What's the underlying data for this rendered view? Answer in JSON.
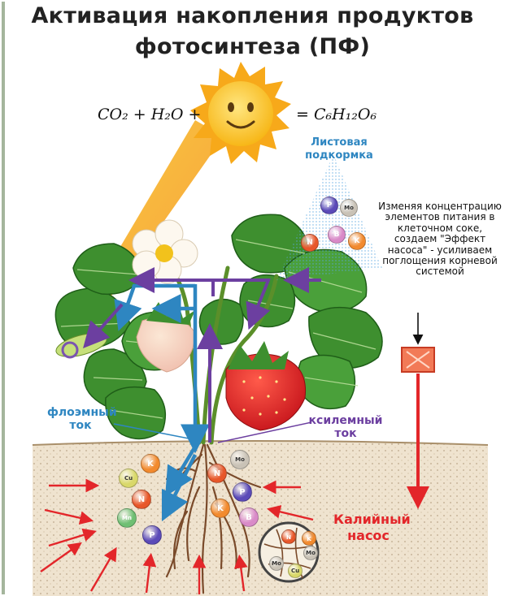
{
  "title": {
    "line1": "Активация накопления продуктов",
    "line2": "фотосинтеза (ПФ)"
  },
  "equation": {
    "left": "CO₂ + H₂O +",
    "right": "= C₆H₁₂O₆"
  },
  "labels": {
    "foliar": "Листовая подкормка",
    "phloem": "флоэмный ток",
    "xylem": "ксилемный ток",
    "potassium_pump": "Калийный насос",
    "note": "Изменяя концентрацию элементов питания в клеточном соке, создаем \"Эффект насоса\" - усиливаем поглощения корневой системой"
  },
  "foliar_drops": [
    "P",
    "Mo",
    "N",
    "B",
    "K"
  ],
  "soil_nutrients": [
    "K",
    "Cu",
    "N",
    "Mn",
    "P",
    "N",
    "Mo",
    "P",
    "K",
    "B"
  ],
  "magnifier_nutrients": [
    "N",
    "K",
    "Mo",
    "Mo",
    "Cu"
  ],
  "colors": {
    "phloem": "#2e86c1",
    "xylem": "#6c3fa0",
    "pump": "#e3262a",
    "soil": "#efe3cf",
    "leaf": "#3e8f2f",
    "sun": "#f7c31a"
  }
}
